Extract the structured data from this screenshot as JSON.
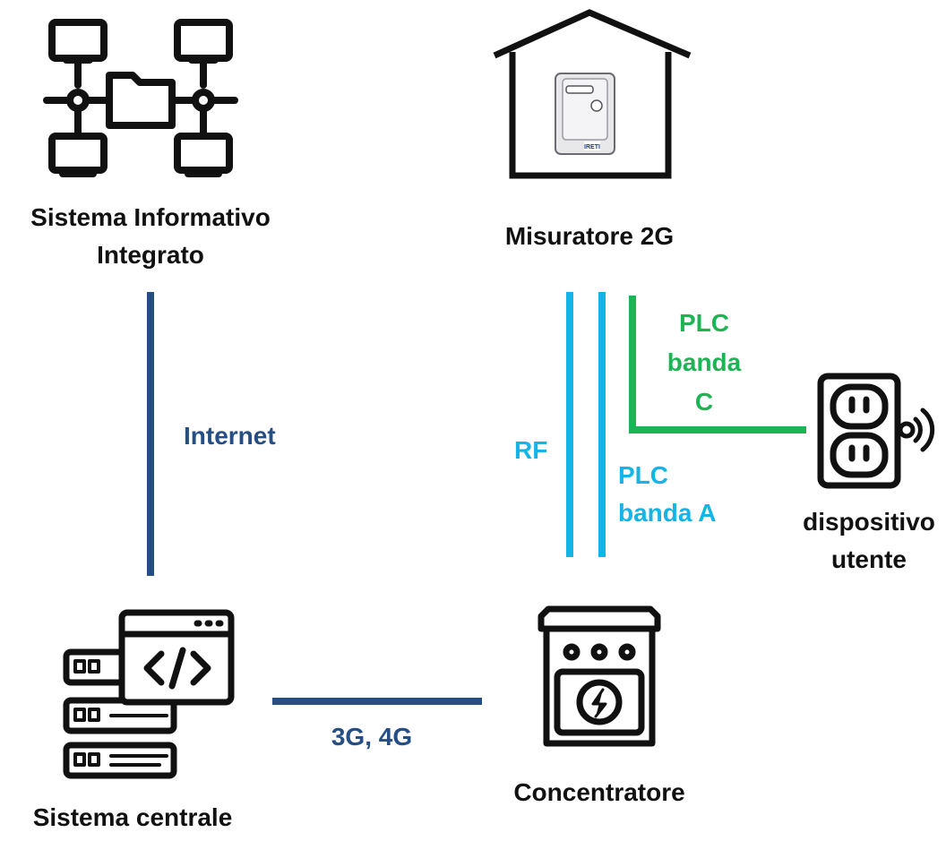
{
  "colors": {
    "dark_blue": "#244e84",
    "light_blue": "#14b4e6",
    "green": "#1db455",
    "black": "#111111"
  },
  "nodes": {
    "sistema_informativo": {
      "line1": "Sistema Informativo",
      "line2": "Integrato",
      "icon": "network-computers-icon"
    },
    "misuratore": {
      "label": "Misuratore 2G",
      "icon": "house-meter-icon",
      "meter_brand": "IRETI"
    },
    "dispositivo": {
      "line1": "dispositivo",
      "line2": "utente",
      "icon": "smart-outlet-icon"
    },
    "sistema_centrale": {
      "label": "Sistema centrale",
      "icon": "server-code-icon"
    },
    "concentratore": {
      "label": "Concentratore",
      "icon": "concentrator-cabinet-icon"
    }
  },
  "links": {
    "internet": {
      "label": "Internet"
    },
    "rf": {
      "label": "RF"
    },
    "plc_a": {
      "line1": "PLC",
      "line2": "banda A"
    },
    "plc_c": {
      "line1": "PLC",
      "line2": "banda",
      "line3": "C"
    },
    "cellular": {
      "label": "3G, 4G"
    }
  }
}
